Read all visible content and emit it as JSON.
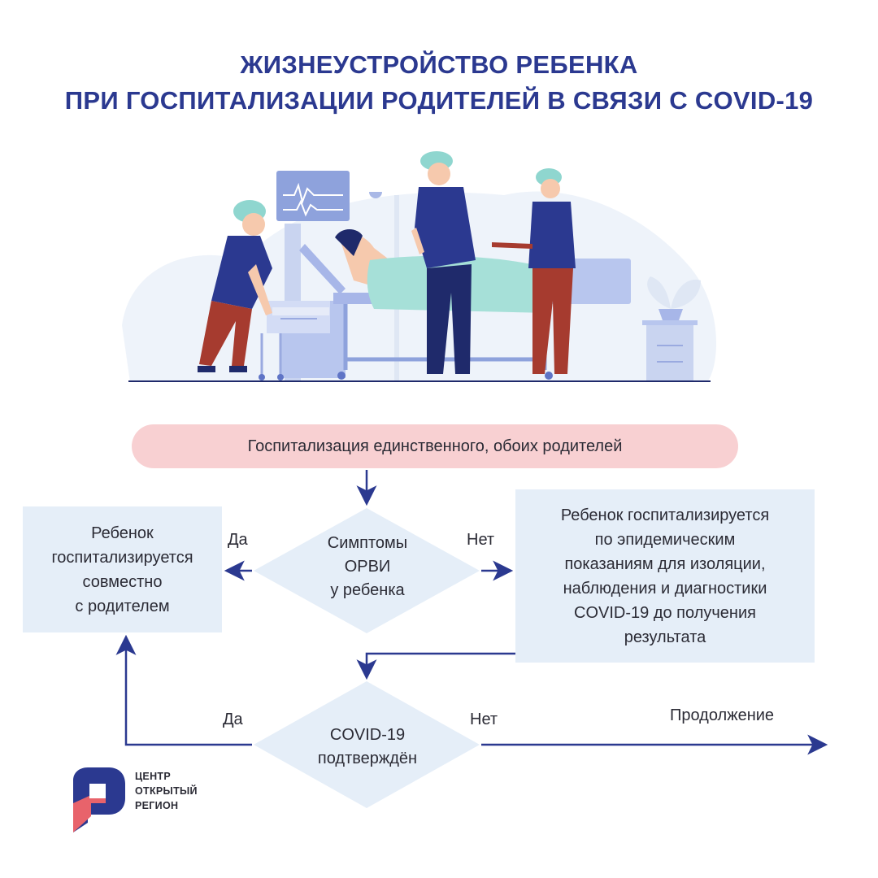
{
  "title": {
    "line1": "ЖИЗНЕУСТРОЙСТВО РЕБЕНКА",
    "line2": "ПРИ ГОСПИТАЛИЗАЦИИ РОДИТЕЛЕЙ В СВЯЗИ С COVID-19"
  },
  "flow": {
    "start": "Госпитализация единственного, обоих родителей",
    "decision1": "Симптомы\nОРВИ\nу ребенка",
    "decision1_yes": "Да",
    "decision1_no": "Нет",
    "box_yes": "Ребенок\nгоспитализируется\nсовместно\nс родителем",
    "box_no": "Ребенок госпитализируется\nпо эпидемическим\nпоказаниям для изоляции,\nнаблюдения и диагностики\nCOVID-19  до получения\nрезультата",
    "decision2": "COVID-19\nподтверждён",
    "decision2_yes": "Да",
    "decision2_no": "Нет",
    "continue": "Продолжение"
  },
  "logo": {
    "line1": "ЦЕНТР",
    "line2": "ОТКРЫТЫЙ",
    "line3": "РЕГИОН"
  },
  "colors": {
    "title": "#2b3990",
    "arrow": "#2b3990",
    "pill": "#f8d0d2",
    "box": "#e5eef8",
    "logo_blue": "#2b3990",
    "logo_red": "#e8636b"
  },
  "illustration": {
    "icon": "hospital-scene-illustration"
  }
}
